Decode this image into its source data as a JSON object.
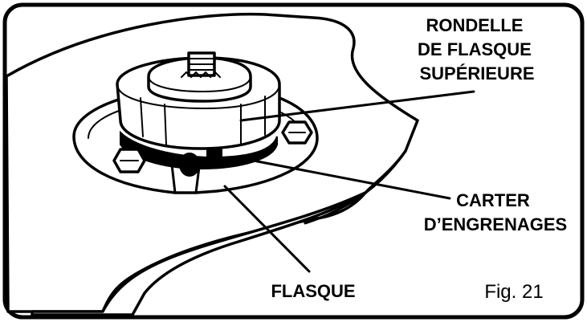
{
  "labels": {
    "upper_flange_washer": [
      "RONDELLE",
      "DE FLASQUE",
      "SUPÉRIEURE"
    ],
    "gear_housing": [
      "CARTER",
      "D’ENGRENAGES"
    ],
    "flange": "FLASQUE"
  },
  "figure_caption": "Fig. 21"
}
